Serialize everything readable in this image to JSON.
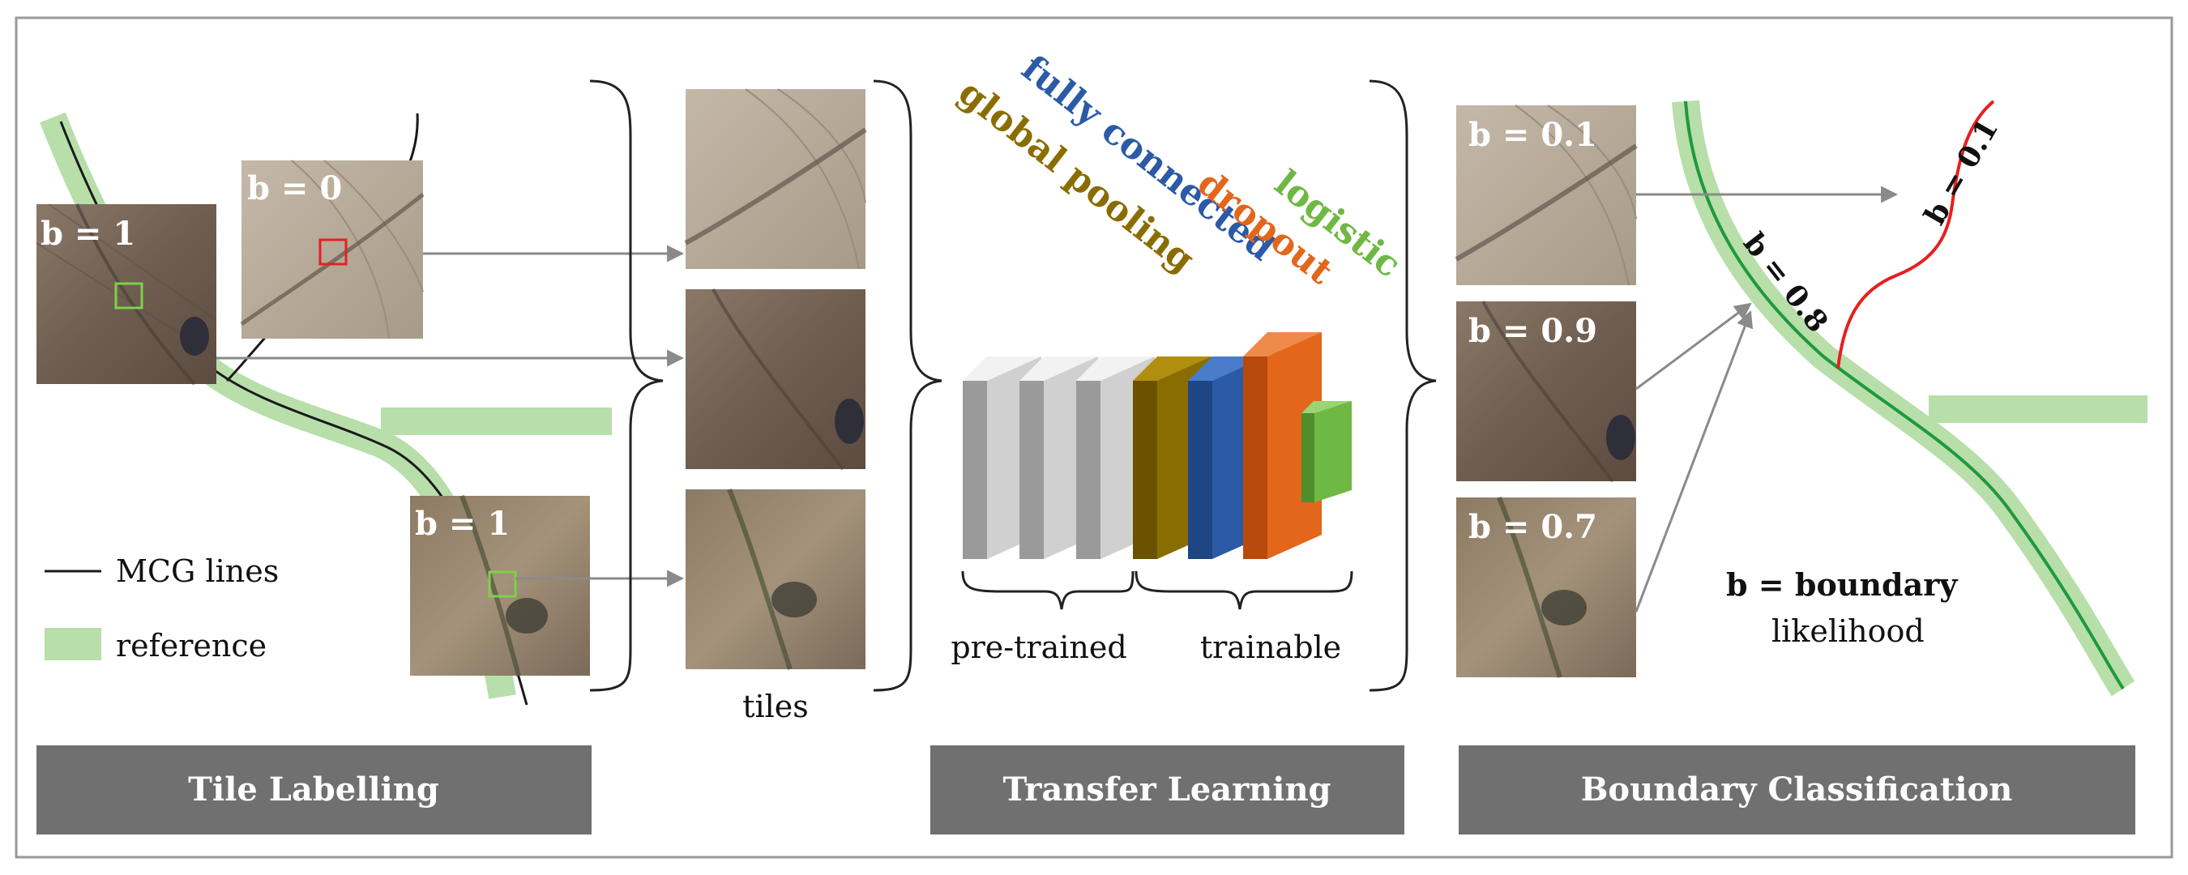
{
  "legend": {
    "mcg": "MCG lines",
    "reference": "reference"
  },
  "labelling": {
    "left_tile": "b = 1",
    "top_tile": "b = 0",
    "bottom_tile": "b = 1"
  },
  "tiles_label": "tiles",
  "network": {
    "layers": [
      {
        "name": "global pooling",
        "color": "#8a6d00"
      },
      {
        "name": "fully connected",
        "color": "#2b5aa6"
      },
      {
        "name": "dropout",
        "color": "#e3661b"
      },
      {
        "name": "logistic",
        "color": "#6fb843"
      }
    ],
    "pretrained_label": "pre-trained",
    "trainable_label": "trainable"
  },
  "classification": {
    "tiles": [
      "b = 0.1",
      "b = 0.9",
      "b = 0.7"
    ],
    "red_line_label": "b = 0.1",
    "green_line_label": "b = 0.8",
    "definition_line1": "b = boundary",
    "definition_line2": "likelihood"
  },
  "sections": {
    "tile_labelling": "Tile Labelling",
    "transfer_learning": "Transfer Learning",
    "boundary_classification": "Boundary Classification"
  },
  "colors": {
    "section_bar": "#707070",
    "reference_band": "#b8deaa",
    "mcg_line": "#1a1a1a",
    "boundary_green": "#1e9a3c",
    "boundary_red": "#e52020"
  }
}
